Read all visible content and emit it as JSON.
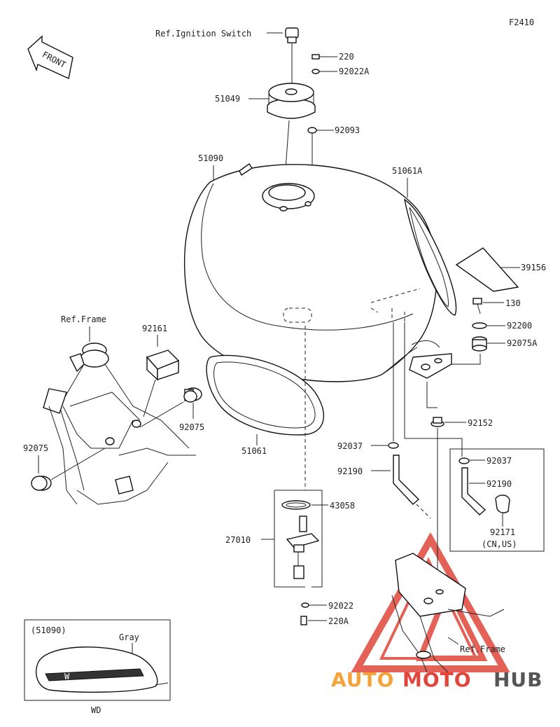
{
  "diagram_code": "F2410",
  "front_label": "FRONT",
  "labels": {
    "ignition": "Ref.Ignition Switch",
    "p220": "220",
    "p92022A": "92022A",
    "p51049": "51049",
    "p92093": "92093",
    "p51090": "51090",
    "p51061A": "51061A",
    "p39156": "39156",
    "p130": "130",
    "p92200": "92200",
    "p92075A": "92075A",
    "refFrameLeft": "Ref.Frame",
    "p92161": "92161",
    "p92075a": "92075",
    "p92075b": "92075",
    "p51061": "51061",
    "p92152": "92152",
    "p92037a": "92037",
    "p92037b": "92037",
    "p92190a": "92190",
    "p92190b": "92190",
    "p92171": "92171",
    "p92171note": "(CN,US)",
    "p43058": "43058",
    "p27010": "27010",
    "p92022": "92022",
    "p220A": "220A",
    "refFrameRight": "Ref.Frame"
  },
  "inset": {
    "code": "(51090)",
    "color": "Gray",
    "variant": "WD"
  },
  "watermark": {
    "part1": "AUTO",
    "part2": "MOTO",
    "part3": "HUB",
    "colors": {
      "orange": "#f4a33a",
      "red": "#e0463c",
      "gray": "#555555"
    }
  }
}
